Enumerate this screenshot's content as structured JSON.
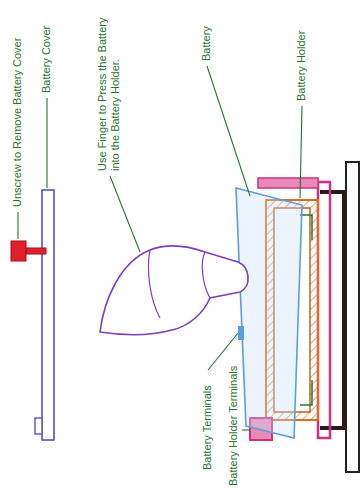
{
  "diagram": {
    "labels": [
      "Unscrew to Remove Battery Cover",
      "Battery Cover",
      "Use Finger to Press the Battery into the Battery Holder.",
      "Battery",
      "Battery Holder",
      "Battery Terminals",
      "Battery Holder Terminals"
    ]
  }
}
